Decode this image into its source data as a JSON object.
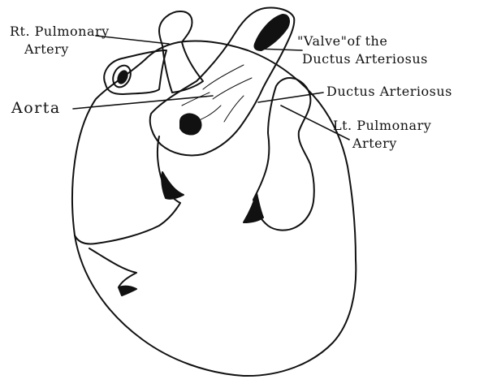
{
  "labels": {
    "rt_pulmonary_line1": "Rt. Pulmonary",
    "rt_pulmonary_line2": "Artery",
    "valve_line1": "\"Valve\"of the",
    "valve_line2": "Ductus Arteriosus",
    "ductus": "Ductus Arteriosus",
    "aorta": "Aorta",
    "lt_pulmonary_line1": "Lt. Pulmonary",
    "lt_pulmonary_line2": "Artery"
  },
  "colors": {
    "ink": "#111111",
    "paper": "#ffffff"
  }
}
